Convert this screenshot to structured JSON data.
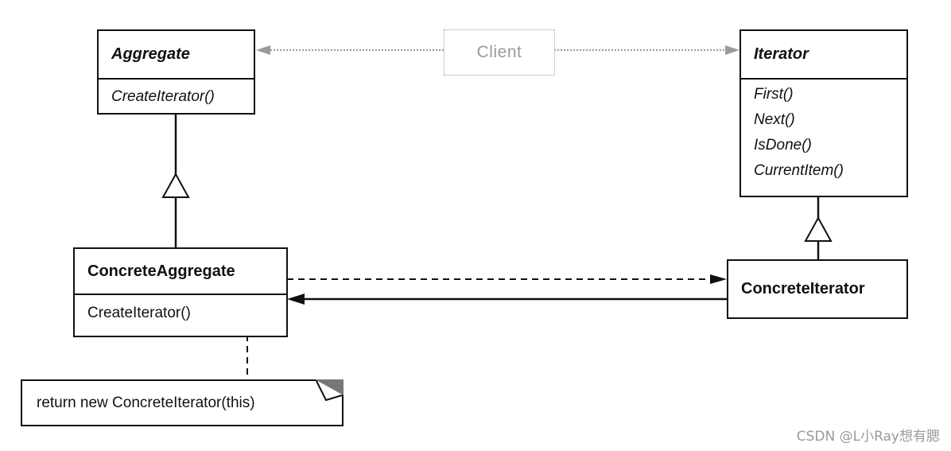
{
  "aggregate": {
    "name": "Aggregate",
    "operations": [
      "CreateIterator()"
    ]
  },
  "client": {
    "name": "Client"
  },
  "iterator": {
    "name": "Iterator",
    "operations": [
      "First()",
      "Next()",
      "IsDone()",
      "CurrentItem()"
    ]
  },
  "concrete_aggregate": {
    "name": "ConcreteAggregate",
    "operations": [
      "CreateIterator()"
    ]
  },
  "concrete_iterator": {
    "name": "ConcreteIterator"
  },
  "note": {
    "text": "return new ConcreteIterator(this)"
  },
  "watermark": "CSDN @L小Ray想有腮",
  "colors": {
    "line": "#111111",
    "faded": "#9a9a9a",
    "background": "#ffffff"
  }
}
